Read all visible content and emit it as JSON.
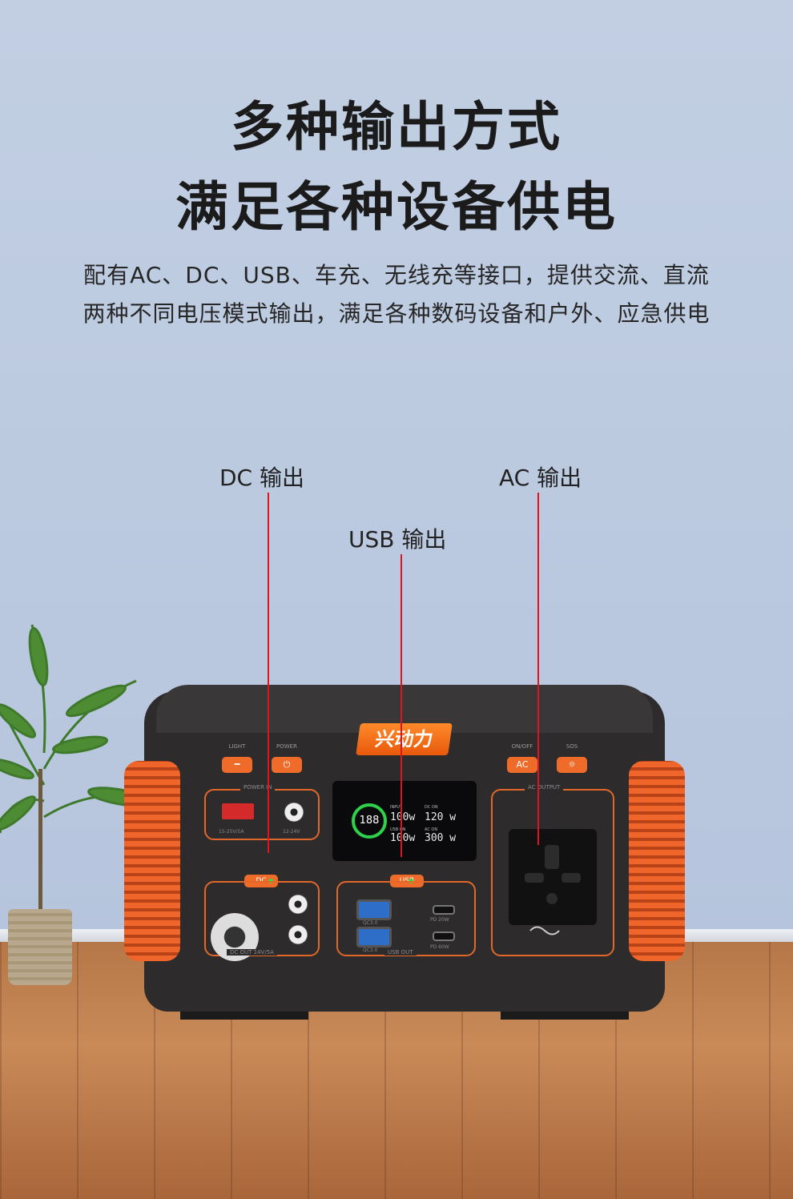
{
  "headline": {
    "line1": "多种输出方式",
    "line2": "满足各种设备供电"
  },
  "description": {
    "line1": "配有AC、DC、USB、车充、无线充等接口，提供交流、直流",
    "line2": "两种不同电压模式输出，满足各种数码设备和户外、应急供电"
  },
  "callouts": {
    "dc": "DC 输出",
    "usb": "USB 输出",
    "ac": "AC 输出"
  },
  "device": {
    "brand": "兴动力",
    "buttons": {
      "light_label": "LIGHT",
      "power_label": "POWER",
      "onoff_label": "ON/OFF",
      "ac_text": "AC",
      "sos_label": "SOS",
      "dc_text": "DC",
      "usb_text": "USB"
    },
    "panels": {
      "power_in": "POWER IN",
      "power_in_left": "15-25V/5A",
      "power_in_right": "12-24V",
      "ac_output": "AC OUTPUT",
      "dc_out": "DC OUT  14V/5A",
      "usb_out": "USB OUT",
      "qc_top": "QC3.0",
      "qc_bottom": "QC3.0",
      "pd_top": "PD 20W",
      "pd_bottom": "PD 60W"
    },
    "display": {
      "battery": "188",
      "input_label": "INPUT",
      "input_value": "100w",
      "dc_on_label": "DC ON",
      "dc_on_value": "120 w",
      "usb_on_label": "USB ON",
      "usb_on_value": "100w",
      "ac_on_label": "AC ON",
      "ac_on_value": "300 w"
    }
  },
  "colors": {
    "accent": "#ef6b2a",
    "leader": "#e0141e",
    "display_ring": "#2ed14a"
  }
}
